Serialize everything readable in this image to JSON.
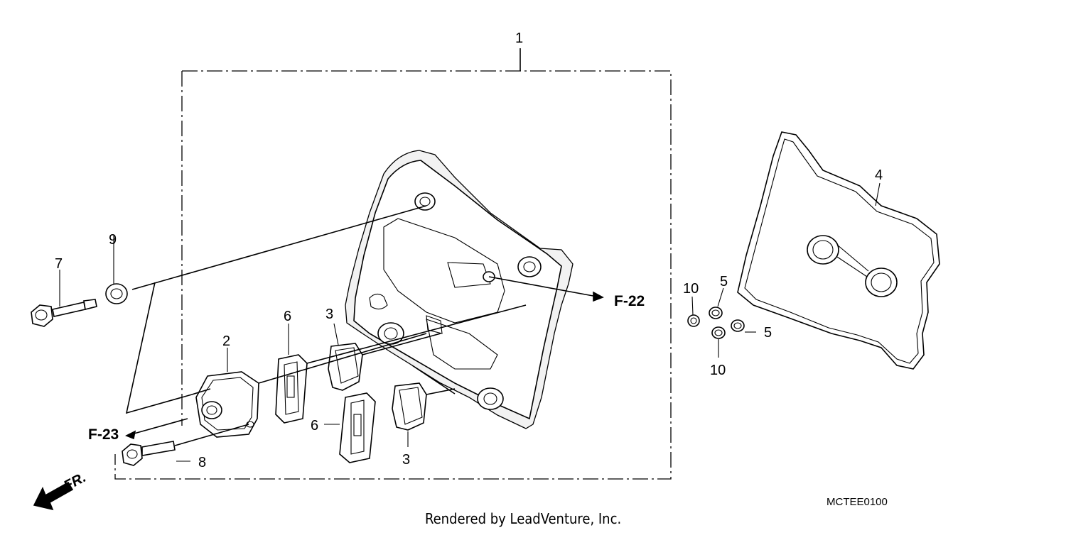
{
  "diagram": {
    "part_callouts": [
      {
        "id": "1",
        "label": "1"
      },
      {
        "id": "2",
        "label": "2"
      },
      {
        "id": "3a",
        "label": "3"
      },
      {
        "id": "3b",
        "label": "3"
      },
      {
        "id": "4",
        "label": "4"
      },
      {
        "id": "5a",
        "label": "5"
      },
      {
        "id": "5b",
        "label": "5"
      },
      {
        "id": "6a",
        "label": "6"
      },
      {
        "id": "6b",
        "label": "6"
      },
      {
        "id": "7",
        "label": "7"
      },
      {
        "id": "8",
        "label": "8"
      },
      {
        "id": "9",
        "label": "9"
      },
      {
        "id": "10a",
        "label": "10"
      },
      {
        "id": "10b",
        "label": "10"
      }
    ],
    "references": {
      "f22": "F-22",
      "f23": "F-23"
    },
    "front_indicator": "FR.",
    "diagram_code": "MCTEE0100",
    "rendered_by": "Rendered by LeadVenture, Inc."
  }
}
